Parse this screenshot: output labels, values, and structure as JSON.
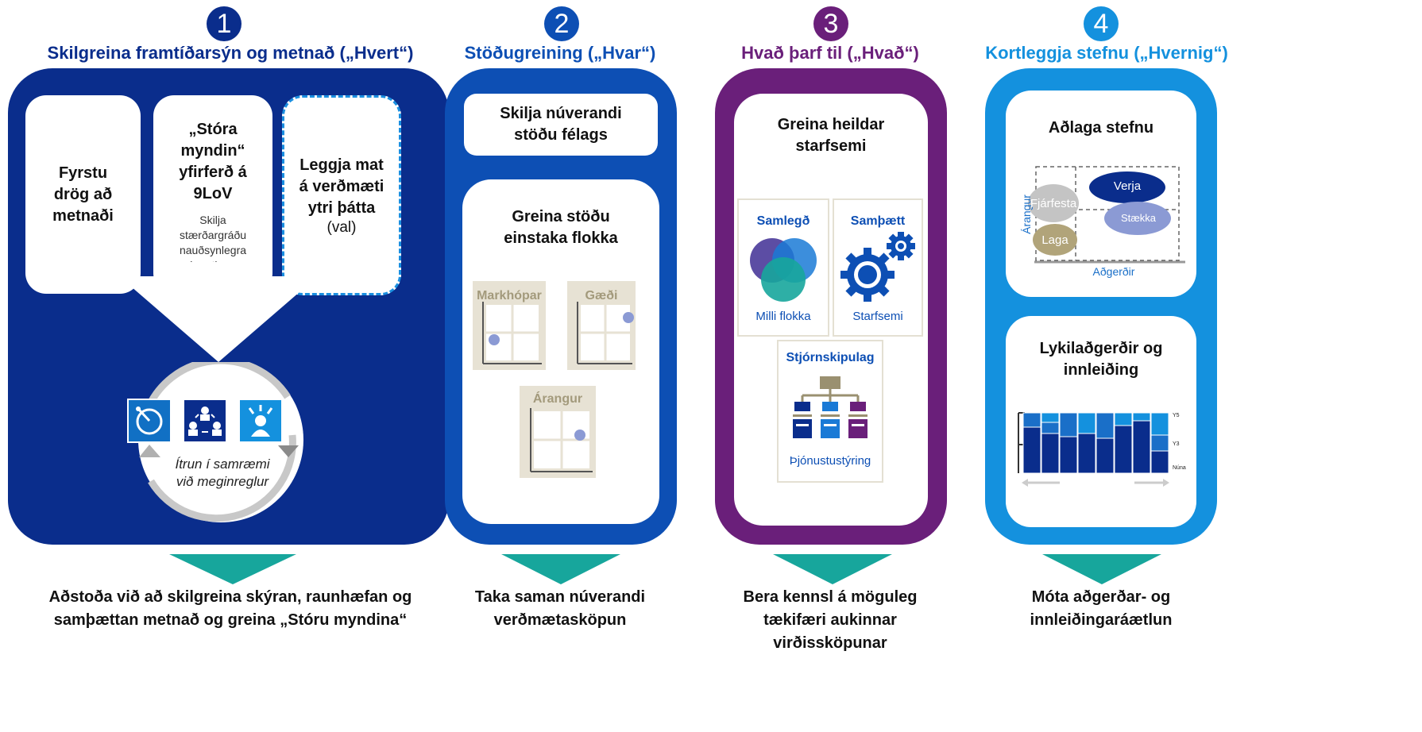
{
  "colors": {
    "step1": "#0a2d8c",
    "step2": "#0d4fb4",
    "step3": "#6a1f7a",
    "step4": "#1491de",
    "teal": "#17a69c"
  },
  "steps": [
    {
      "number": "1",
      "heading": "Skilgreina framtíðarsýn og metnað („Hvert“)",
      "card_a": "Fyrstu drög að metnaði",
      "card_b_title": "„Stóra myndin“ yfirferð á 9LoV",
      "card_b_sub": "Skilja stærðargráðu nauðsynlegra breytinga",
      "card_c_title": "Leggja mat á verðmæti ytri þátta",
      "card_c_sub": "(val)",
      "cycle_text": "Ítrun í samræmi við meginreglur",
      "footer": "Aðstoða við að skilgreina skýran, raunhæfan og samþættan metnað og greina „Stóru myndina“"
    },
    {
      "number": "2",
      "heading": "Stöðugreining („Hvar“)",
      "card_top": "Skilja núverandi stöðu félags",
      "card_main": "Greina stöðu einstaka flokka",
      "mini_1": "Markhópar",
      "mini_2": "Gæði",
      "mini_3": "Árangur",
      "footer": "Taka saman núverandi verðmætasköpun"
    },
    {
      "number": "3",
      "heading": "Hvað þarf til („Hvað“)",
      "card_main": "Greina heildar starfsemi",
      "box_1_title": "Samlegð",
      "box_1_caption": "Milli flokka",
      "box_2_title": "Samþætt",
      "box_2_caption": "Starfsemi",
      "box_3_title": "Stjórnskipulag",
      "box_3_caption": "Þjónustustýring",
      "footer": "Bera kennsl á möguleg tækifæri aukinnar virðissköpunar"
    },
    {
      "number": "4",
      "heading": "Kortleggja stefnu („Hvernig“)",
      "card_top": "Aðlaga stefnu",
      "matrix_y": "Árangur",
      "matrix_x": "Aðgerðir",
      "bubble_1": "Verja",
      "bubble_2": "Fjárfesta",
      "bubble_3": "Stækka",
      "bubble_4": "Laga",
      "card_bottom": "Lykilaðgerðir og innleiðing",
      "bar_label_top": "Y5",
      "bar_label_mid": "Y3",
      "bar_label_bottom": "Núna",
      "footer": "Móta aðgerðar- og innleiðingaráætlun"
    }
  ]
}
